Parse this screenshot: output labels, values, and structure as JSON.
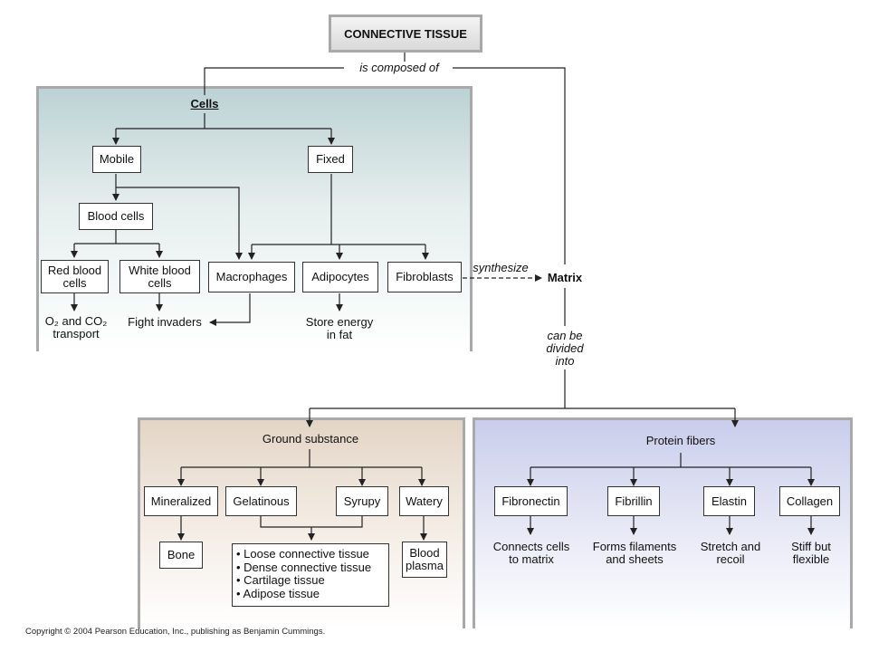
{
  "title": "CONNECTIVE TISSUE",
  "labels": {
    "is_composed_of": "is composed of",
    "cells": "Cells",
    "synthesize": "synthesize",
    "matrix": "Matrix",
    "can_be_divided": [
      "can be",
      "divided",
      "into"
    ]
  },
  "cells": {
    "mobile": "Mobile",
    "fixed": "Fixed",
    "blood_cells": "Blood cells",
    "red_blood_cells": [
      "Red blood",
      "cells"
    ],
    "white_blood_cells": [
      "White blood",
      "cells"
    ],
    "macrophages": "Macrophages",
    "adipocytes": "Adipocytes",
    "fibroblasts": "Fibroblasts",
    "o2_co2_line1": "O₂ and CO₂",
    "o2_co2_line2": "transport",
    "fight_invaders": "Fight invaders",
    "store_energy": [
      "Store energy",
      "in fat"
    ]
  },
  "ground_substance": {
    "title": "Ground substance",
    "mineralized": "Mineralized",
    "gelatinous": "Gelatinous",
    "syrupy": "Syrupy",
    "watery": "Watery",
    "bone": "Bone",
    "blood_plasma": [
      "Blood",
      "plasma"
    ],
    "tissues": [
      "• Loose connective tissue",
      "• Dense connective tissue",
      "• Cartilage tissue",
      "• Adipose tissue"
    ]
  },
  "protein_fibers": {
    "title": "Protein fibers",
    "fibronectin": "Fibronectin",
    "fibrillin": "Fibrillin",
    "elastin": "Elastin",
    "collagen": "Collagen",
    "fibronectin_desc": [
      "Connects cells",
      "to matrix"
    ],
    "fibrillin_desc": [
      "Forms filaments",
      "and sheets"
    ],
    "elastin_desc": [
      "Stretch and",
      "recoil"
    ],
    "collagen_desc": [
      "Stiff but",
      "flexible"
    ]
  },
  "copyright": "Copyright © 2004 Pearson Education, Inc., publishing as Benjamin Cummings.",
  "colors": {
    "cells_panel": "#bcd2d4",
    "ground_panel": "#e3d5c6",
    "fibers_panel": "#c9cdeb",
    "panel_border": "#a9a9a9"
  }
}
